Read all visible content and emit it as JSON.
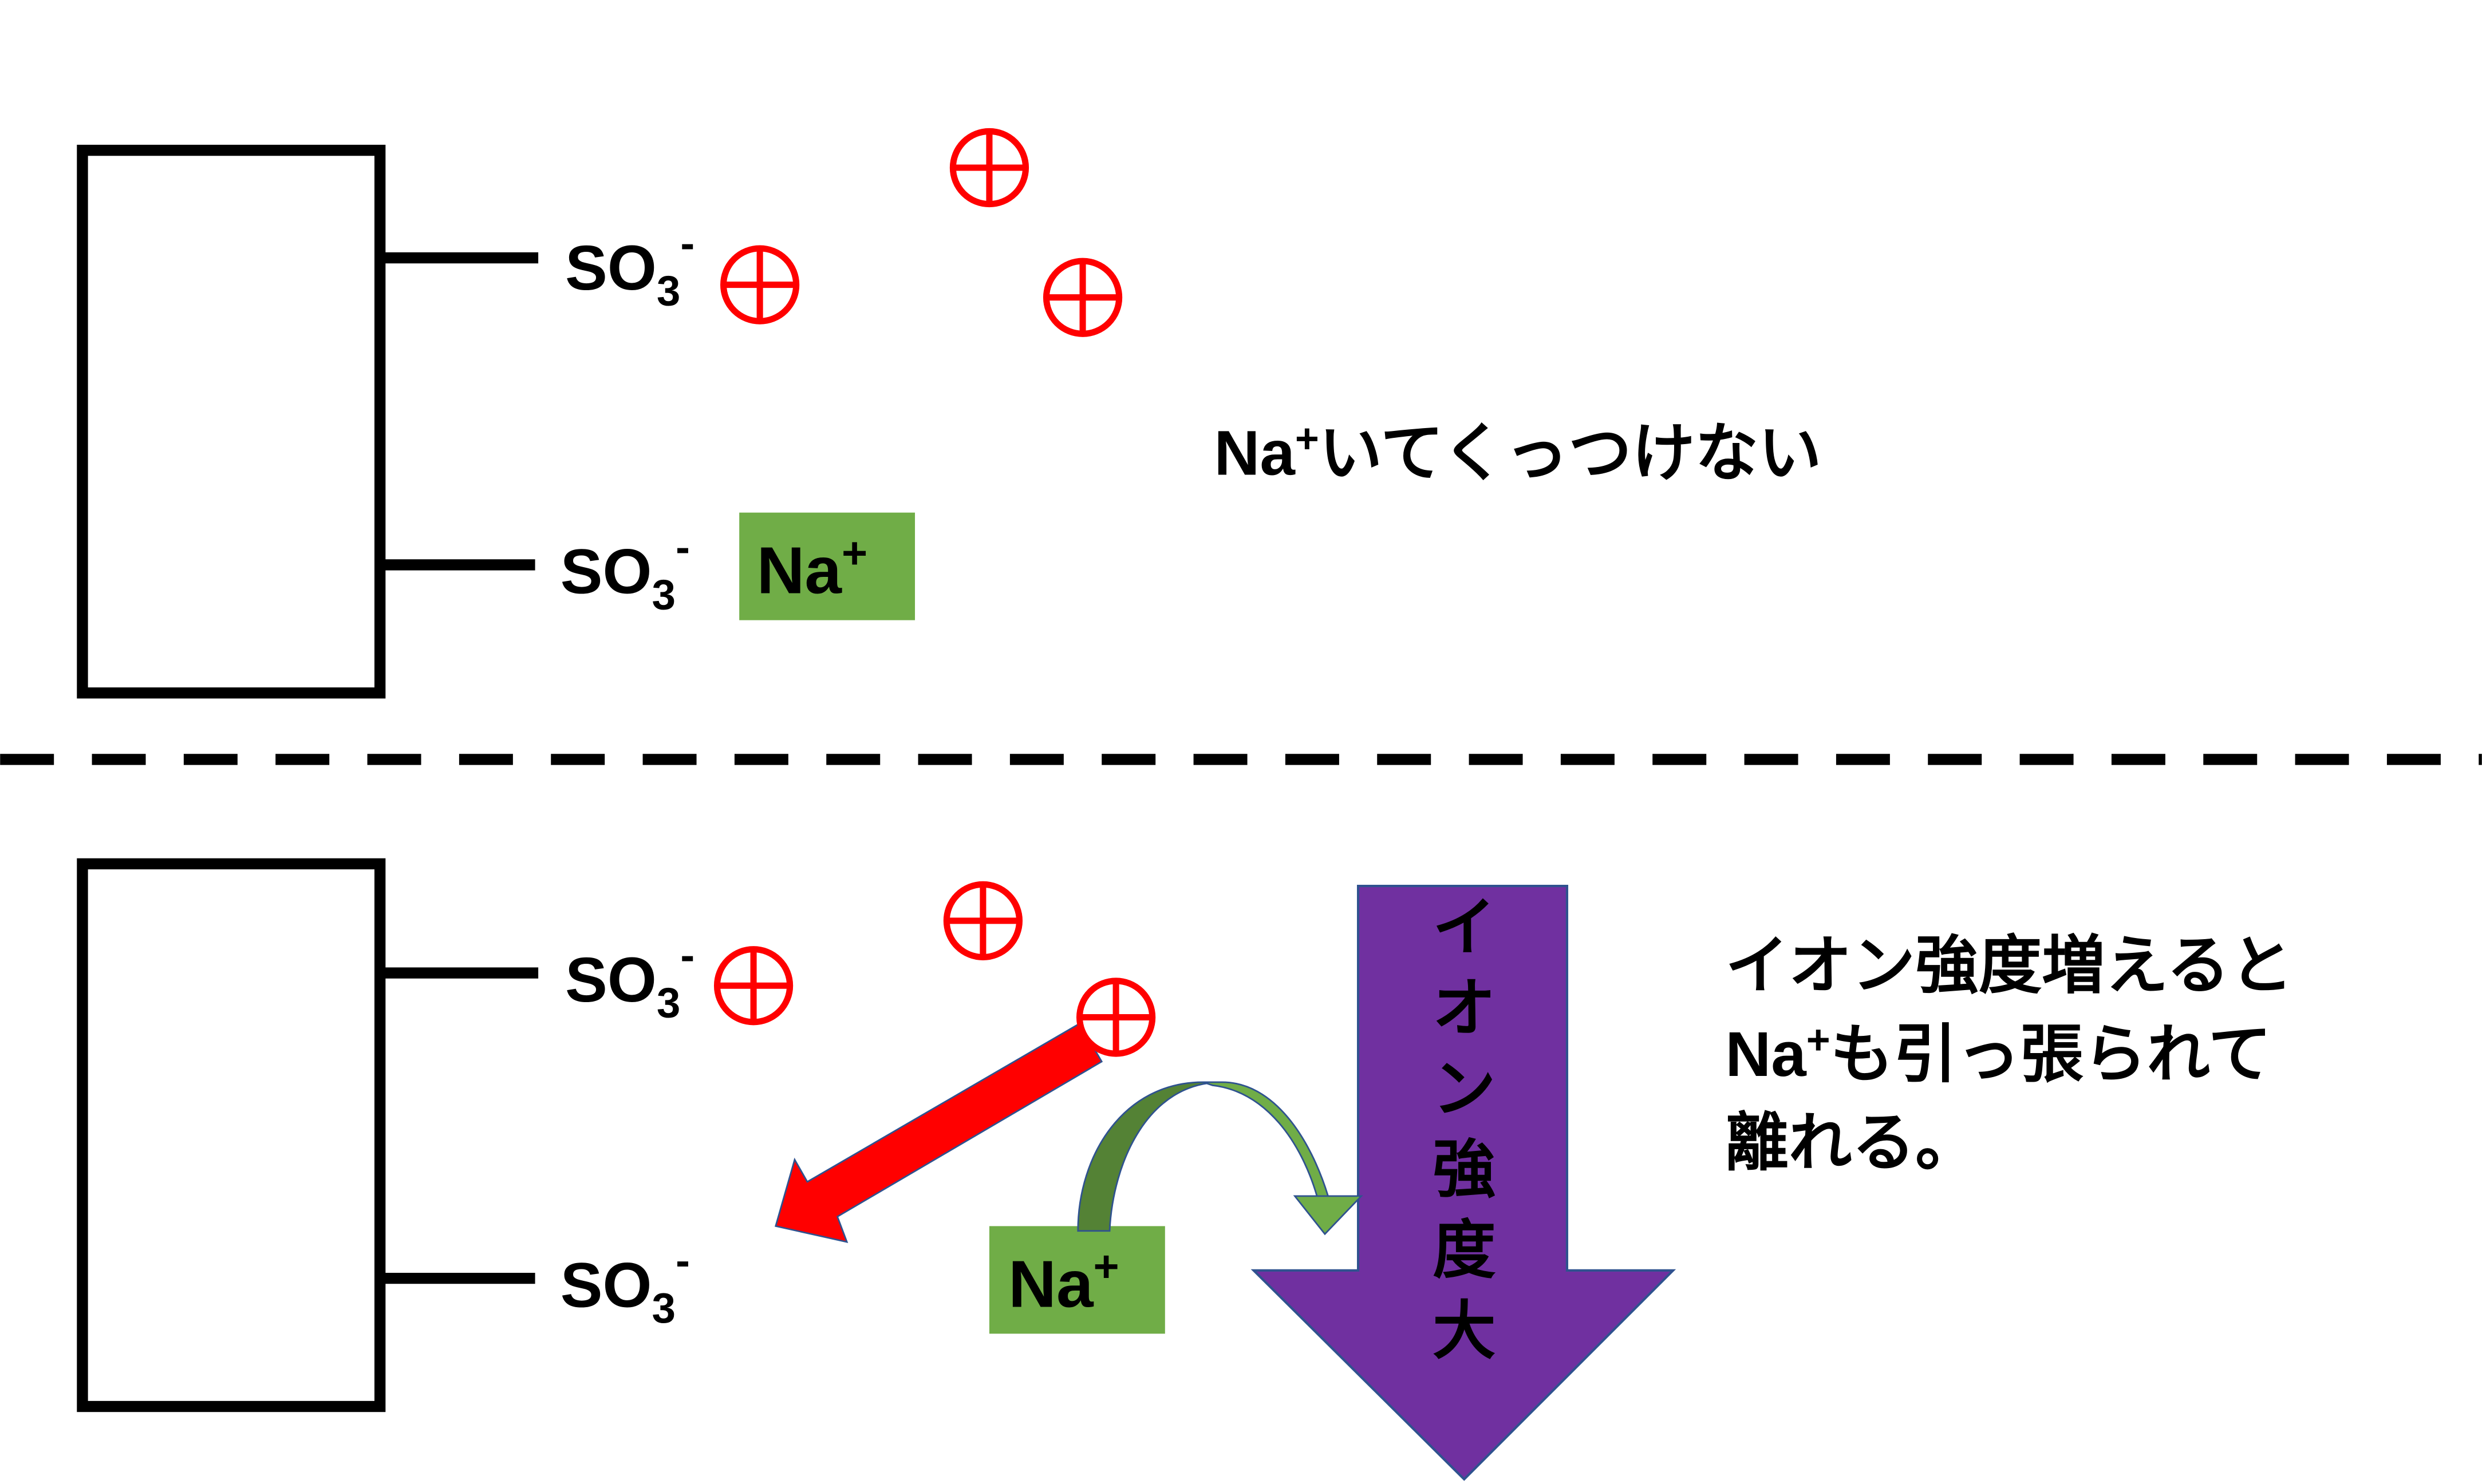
{
  "top": {
    "groups": [
      {
        "label": "SO",
        "sub": "3",
        "sup": "-"
      },
      {
        "label": "SO",
        "sub": "3",
        "sup": "-"
      }
    ],
    "na_box": {
      "label": "Na",
      "sup": "+"
    },
    "caption": {
      "label": "Na",
      "sup": "+",
      "rest": "いてくっつけない"
    }
  },
  "bottom": {
    "groups": [
      {
        "label": "SO",
        "sub": "3",
        "sup": "-"
      },
      {
        "label": "SO",
        "sub": "3",
        "sup": "-"
      }
    ],
    "na_box": {
      "label": "Na",
      "sup": "+"
    },
    "arrow_text": [
      "イ",
      "オ",
      "ン",
      "強",
      "度",
      "大"
    ],
    "caption": {
      "line1": "イオン強度増えると",
      "line2_label": "Na",
      "line2_sup": "+",
      "line2_rest": "も引っ張られて",
      "line3": "離れる。"
    }
  },
  "colors": {
    "cation": "#ff0000",
    "na_box": "#70ad47",
    "ionic_arrow": "#7030a0",
    "red_arrow": "#ff0000",
    "curve_dark": "#548235",
    "curve_light": "#70ad47",
    "outline": "#2f528f"
  }
}
